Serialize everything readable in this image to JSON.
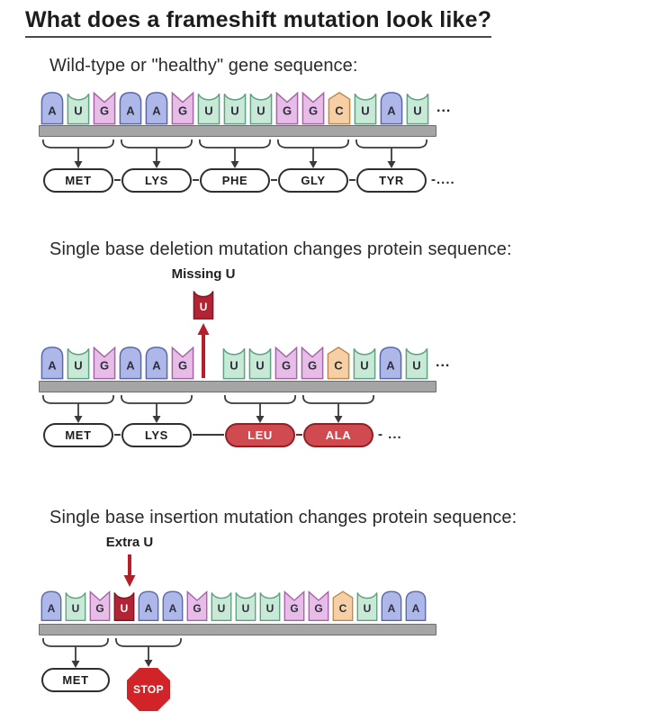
{
  "title": "What does a frameshift mutation look like?",
  "colors": {
    "base_A_fill": "#aeb8e8",
    "base_A_stroke": "#5a68a8",
    "base_U_fill": "#c8e9d6",
    "base_U_stroke": "#5fa183",
    "base_G_fill": "#e7bde8",
    "base_G_stroke": "#a664a8",
    "base_C_fill": "#f6d0a4",
    "base_C_stroke": "#bf8a50",
    "mutant_fill": "#b32336",
    "mutant_stroke": "#7c1423",
    "mutant_codon_fill": "#d04b4f",
    "mutant_codon_stroke": "#8e2027",
    "stop_sign_fill": "#d02428",
    "mrna_bar_fill": "#a5a5a5",
    "arrow_red": "#b3202c"
  },
  "sections": [
    {
      "heading": "Wild-type or \"healthy\" gene sequence:",
      "sequence": [
        {
          "base": "A"
        },
        {
          "base": "U"
        },
        {
          "base": "G"
        },
        {
          "base": "A"
        },
        {
          "base": "A"
        },
        {
          "base": "G"
        },
        {
          "base": "U"
        },
        {
          "base": "U"
        },
        {
          "base": "U"
        },
        {
          "base": "G"
        },
        {
          "base": "G"
        },
        {
          "base": "C"
        },
        {
          "base": "U"
        },
        {
          "base": "A"
        },
        {
          "base": "U"
        }
      ],
      "sequence_ellipsis": "...",
      "codons": [
        {
          "label": "MET",
          "variant": "normal"
        },
        {
          "label": "LYS",
          "variant": "normal"
        },
        {
          "label": "PHE",
          "variant": "normal"
        },
        {
          "label": "GLY",
          "variant": "normal"
        },
        {
          "label": "TYR",
          "variant": "normal"
        }
      ],
      "codon_trailing": "-...."
    },
    {
      "heading": "Single base deletion mutation changes protein sequence:",
      "annotation": {
        "label": "Missing U",
        "base": "U",
        "direction": "up"
      },
      "sequence": [
        {
          "base": "A"
        },
        {
          "base": "U"
        },
        {
          "base": "G"
        },
        {
          "base": "A"
        },
        {
          "base": "A"
        },
        {
          "base": "G"
        },
        {
          "base": "U"
        },
        {
          "base": "U"
        },
        {
          "base": "G"
        },
        {
          "base": "G"
        },
        {
          "base": "C"
        },
        {
          "base": "U"
        },
        {
          "base": "A"
        },
        {
          "base": "U"
        }
      ],
      "gap_after_index": 6,
      "sequence_ellipsis": "...",
      "codons": [
        {
          "label": "MET",
          "variant": "normal"
        },
        {
          "label": "LYS",
          "variant": "normal"
        },
        {
          "label": "LEU",
          "variant": "mutant"
        },
        {
          "label": "ALA",
          "variant": "mutant"
        }
      ],
      "codon_trailing": "- ..."
    },
    {
      "heading": "Single base insertion mutation changes protein sequence:",
      "annotation": {
        "label": "Extra U",
        "base": "U",
        "direction": "down"
      },
      "sequence": [
        {
          "base": "A"
        },
        {
          "base": "U"
        },
        {
          "base": "G"
        },
        {
          "base": "U",
          "mutant": true
        },
        {
          "base": "A"
        },
        {
          "base": "A"
        },
        {
          "base": "G"
        },
        {
          "base": "U"
        },
        {
          "base": "U"
        },
        {
          "base": "U"
        },
        {
          "base": "G"
        },
        {
          "base": "G"
        },
        {
          "base": "C"
        },
        {
          "base": "U"
        },
        {
          "base": "A"
        },
        {
          "base": "A"
        }
      ],
      "codons": [
        {
          "label": "MET",
          "variant": "normal"
        },
        {
          "label": "STOP",
          "variant": "stop"
        }
      ]
    }
  ]
}
